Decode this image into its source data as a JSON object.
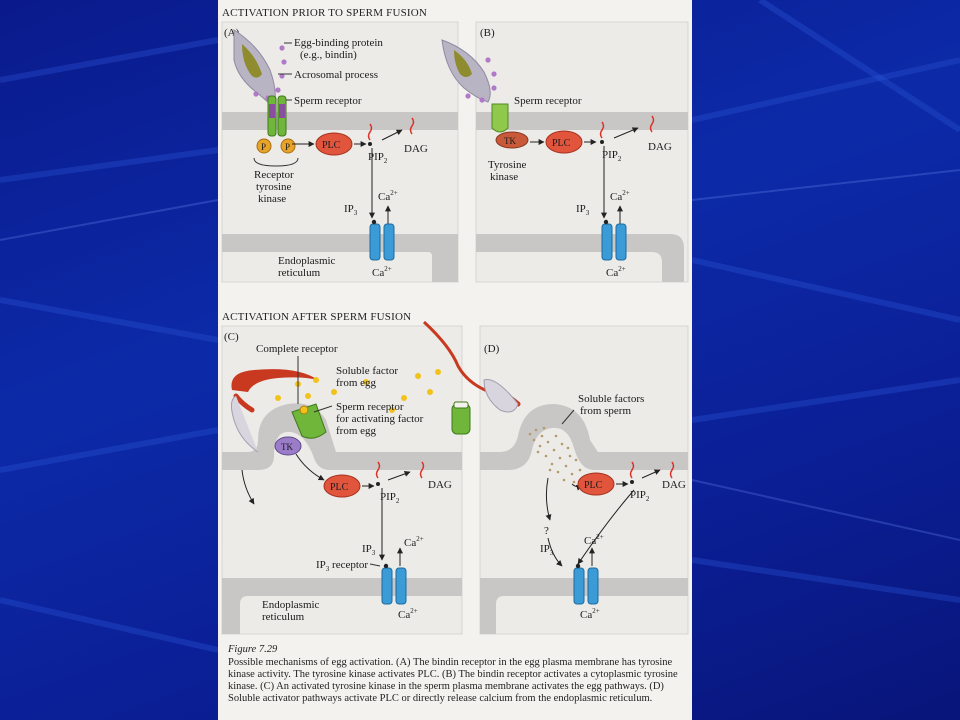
{
  "sections": {
    "top_title": "ACTIVATION PRIOR TO SPERM FUSION",
    "bottom_title": "ACTIVATION AFTER SPERM FUSION"
  },
  "panels": {
    "a": "(A)",
    "b": "(B)",
    "c": "(C)",
    "d": "(D)"
  },
  "labels": {
    "egg_binding_protein": "Egg-binding protein",
    "eg_bindin": "(e.g., bindin)",
    "acrosomal_process": "Acrosomal process",
    "sperm_receptor": "Sperm receptor",
    "receptor": "Receptor",
    "tyrosine": "tyrosine",
    "kinase": "kinase",
    "tyrosine_kinase_1": "Tyrosine",
    "tyrosine_kinase_2": "kinase",
    "plc": "PLC",
    "pip2": "PIP",
    "sub2": "2",
    "dag": "DAG",
    "ip3": "IP",
    "sub3": "3",
    "ca": "Ca",
    "sup2plus": "2+",
    "endoplasmic": "Endoplasmic",
    "reticulum": "reticulum",
    "p": "P",
    "tk": "TK",
    "complete_receptor": "Complete receptor",
    "soluble_factor": "Soluble factor",
    "from_egg": "from egg",
    "sperm_receptor_c": "Sperm receptor",
    "for_activating": "for activating factor",
    "from_egg2": "from egg",
    "ip3_receptor": "receptor",
    "soluble_factors": "Soluble factors",
    "from_sperm": "from sperm",
    "question": "?"
  },
  "caption": {
    "figure": "Figure 7.29",
    "text": "Possible mechanisms of egg activation. (A) The bindin receptor in the egg plasma membrane has tyrosine kinase activity. The tyrosine kinase activates PLC. (B) The bindin receptor activates a cytoplasmic tyrosine kinase. (C) An activated tyrosine kinase in the sperm plasma membrane activates the egg pathways. (D) Soluble activator pathways activate PLC or directly release calcium from the endoplasmic reticulum."
  },
  "colors": {
    "background": "#0c2aa8",
    "membrane": "#c9c7c5",
    "plc": "#e2553d",
    "channel": "#3a9bd6",
    "receptor_green": "#6fb63a",
    "tk": "#c85a3a",
    "factor_dot": "#f2c21a",
    "sperm_tail": "#c8391f"
  }
}
